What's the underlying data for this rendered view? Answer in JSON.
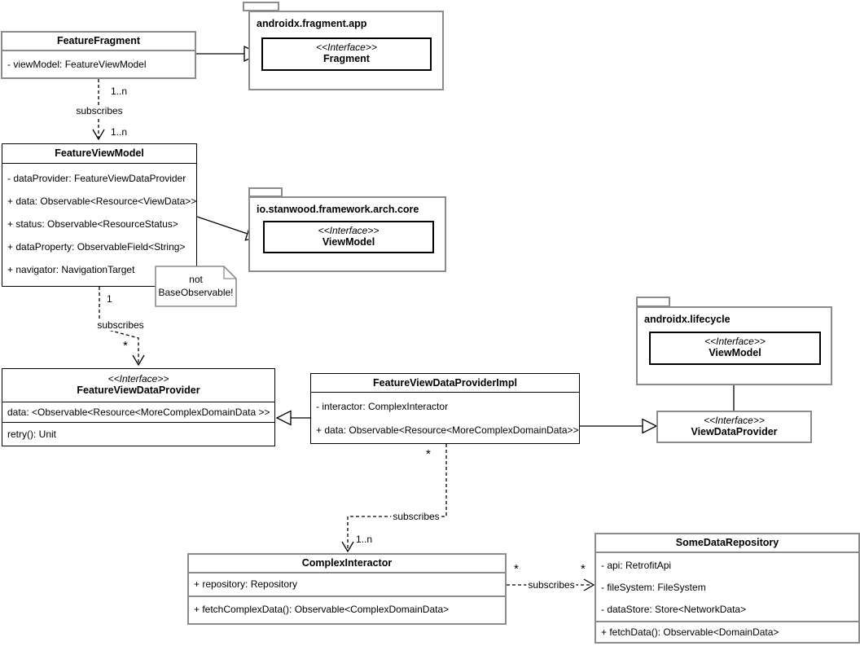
{
  "colors": {
    "box_border_gray": "#8c8c8c",
    "box_border_black": "#000000",
    "edge_color": "#000000",
    "background": "#ffffff",
    "text": "#000000"
  },
  "nodes": {
    "featureFragment": {
      "title": "FeatureFragment",
      "attributes": [
        "- viewModel: FeatureViewModel"
      ]
    },
    "fragmentPackage": {
      "name": "androidx.fragment.app",
      "interface": {
        "stereotype": "<<Interface>>",
        "name": "Fragment"
      }
    },
    "featureViewModel": {
      "title": "FeatureViewModel",
      "attributes": [
        "- dataProvider: FeatureViewDataProvider",
        "+ data: Observable<Resource<ViewData>>",
        "+ status: Observable<ResourceStatus>",
        "+ dataProperty: ObservableField<String>",
        "+ navigator: NavigationTarget"
      ]
    },
    "stanwoodPackage": {
      "name": "io.stanwood.framework.arch.core",
      "interface": {
        "stereotype": "<<Interface>>",
        "name": "ViewModel"
      }
    },
    "note": {
      "lines": [
        "not",
        "BaseObservable!"
      ]
    },
    "lifecyclePackage": {
      "name": "androidx.lifecycle",
      "interface": {
        "stereotype": "<<Interface>>",
        "name": "ViewModel"
      }
    },
    "featureViewDataProvider": {
      "stereotype": "<<Interface>>",
      "title": "FeatureViewDataProvider",
      "attributes": [
        "data: <Observable<Resource<MoreComplexDomainData >>"
      ],
      "methods": [
        "retry(): Unit"
      ]
    },
    "featureViewDataProviderImpl": {
      "title": "FeatureViewDataProviderImpl",
      "attributes": [
        "- interactor: ComplexInteractor",
        "+ data: Observable<Resource<MoreComplexDomainData>>"
      ]
    },
    "viewDataProvider": {
      "stereotype": "<<Interface>>",
      "title": "ViewDataProvider"
    },
    "complexInteractor": {
      "title": "ComplexInteractor",
      "attributes": [
        "+ repository: Repository"
      ],
      "methods": [
        "+ fetchComplexData(): Observable<ComplexDomainData>"
      ]
    },
    "someDataRepository": {
      "title": "SomeDataRepository",
      "attributes": [
        "- api: RetrofitApi",
        "- fileSystem: FileSystem",
        "- dataStore: Store<NetworkData>"
      ],
      "methods": [
        "+ fetchData(): Observable<DomainData>"
      ]
    }
  },
  "edge_labels": {
    "frag_vm_mult_top": "1..n",
    "frag_vm_label": "subscribes",
    "frag_vm_mult_bottom": "1..n",
    "vm_provider_mult_top": "1",
    "vm_provider_label": "subscribes",
    "vm_provider_mult_bottom": "*",
    "impl_interactor_mult_top": "*",
    "impl_interactor_label": "subscribes",
    "impl_interactor_mult_bottom": "1..n",
    "interactor_repo_mult_left": "*",
    "interactor_repo_label": "subscribes",
    "interactor_repo_mult_right": "*"
  }
}
